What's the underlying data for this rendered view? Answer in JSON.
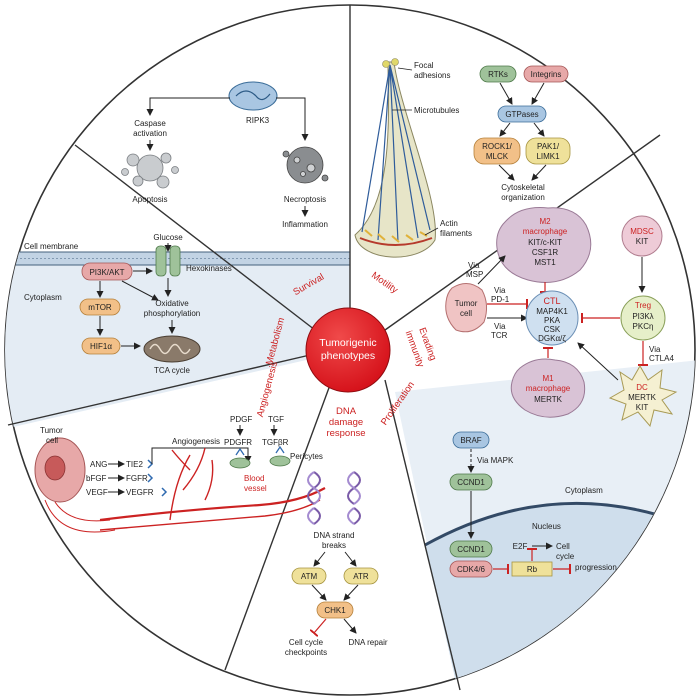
{
  "center": {
    "label_line1": "Tumorigenic",
    "label_line2": "phenotypes"
  },
  "sections": {
    "survival": "Survival",
    "motility": "Motility",
    "metabolism": "Metabolism",
    "evading_immunity_line1": "Evading",
    "evading_immunity_line2": "immunity",
    "angiogenesis": "Angiogenesis",
    "dna_line1": "DNA",
    "dna_line2": "damage",
    "dna_line3": "response",
    "proliferation": "Proliferation"
  },
  "survival": {
    "ripk3": "RIPK3",
    "caspase_line1": "Caspase",
    "caspase_line2": "activation",
    "apoptosis": "Apoptosis",
    "necroptosis": "Necroptosis",
    "inflammation": "Inflammation"
  },
  "motility": {
    "focal_line1": "Focal",
    "focal_line2": "adhesions",
    "microtubules": "Microtubules",
    "actin_line1": "Actin",
    "actin_line2": "filaments",
    "rtks": "RTKs",
    "integrins": "Integrins",
    "gtpases": "GTPases",
    "rock_line1": "ROCK1/",
    "rock_line2": "MLCK",
    "pak_line1": "PAK1/",
    "pak_line2": "LIMK1",
    "cyto_line1": "Cytoskeletal",
    "cyto_line2": "organization"
  },
  "metabolism": {
    "cell_membrane": "Cell membrane",
    "cytoplasm": "Cytoplasm",
    "glucose": "Glucose",
    "hexokinases": "Hexokinases",
    "pi3k": "PI3K/AKT",
    "mtor": "mTOR",
    "hif": "HIF1α",
    "ox_line1": "Oxidative",
    "ox_line2": "phosphorylation",
    "tca": "TCA cycle"
  },
  "immunity": {
    "m2_line1": "M2",
    "m2_line2": "macrophage",
    "m2_g1": "KIT/c-KIT",
    "m2_g2": "CSF1R",
    "m2_g3": "MST1",
    "mdsc": "MDSC",
    "mdsc_g": "KIT",
    "tumor_line1": "Tumor",
    "tumor_line2": "cell",
    "via_msp_line1": "Via",
    "via_msp_line2": "MSP",
    "via_pd1_line1": "Via",
    "via_pd1_line2": "PD-1",
    "via_tcr_line1": "Via",
    "via_tcr_line2": "TCR",
    "ctl": "CTL",
    "ctl_g1": "MAP4K1",
    "ctl_g2": "PKA",
    "ctl_g3": "CSK",
    "ctl_g4": "DGKα/ζ",
    "treg": "Treg",
    "treg_g1": "PI3Kλ",
    "treg_g2": "PKCη",
    "via_ctla4_line1": "Via",
    "via_ctla4_line2": "CTLA4",
    "m1_line1": "M1",
    "m1_line2": "macrophage",
    "m1_g": "MERTK",
    "dc": "DC",
    "dc_g1": "MERTK",
    "dc_g2": "KIT"
  },
  "angiogenesis": {
    "tumor_line1": "Tumor",
    "tumor_line2": "cell",
    "ang": "ANG",
    "bfgf": "bFGF",
    "vegf": "VEGF",
    "tie2": "TIE2",
    "fgfr": "FGFR",
    "vegfr": "VEGFR",
    "angio": "Angiogenesis",
    "pdgf": "PDGF",
    "tgf": "TGF",
    "pdgfr": "PDGFR",
    "tgfbr": "TGFβR",
    "pericytes": "Pericytes",
    "blood_line1": "Blood",
    "blood_line2": "vessel"
  },
  "dna": {
    "breaks_line1": "DNA strand",
    "breaks_line2": "breaks",
    "atm": "ATM",
    "atr": "ATR",
    "chk1": "CHK1",
    "checkpoints_line1": "Cell cycle",
    "checkpoints_line2": "checkpoints",
    "repair": "DNA repair"
  },
  "proliferation": {
    "braf": "BRAF",
    "via_mapk": "Via MAPK",
    "ccnd1_top": "CCND1",
    "cytoplasm": "Cytoplasm",
    "nucleus": "Nucleus",
    "ccnd1": "CCND1",
    "e2f": "E2F",
    "cdk": "CDK4/6",
    "rb": "Rb",
    "prog_line1": "Cell",
    "prog_line2": "cycle",
    "prog_line3": "progression"
  },
  "colors": {
    "accent_red": "#cc2222",
    "center_red": "#e0141e",
    "membrane_blue": "#dbe6f0",
    "node_orange": "#f2c088",
    "node_blue": "#a9c6e2",
    "node_pink": "#e7a8a8",
    "node_green": "#9fc29a",
    "node_yellow": "#efe19a"
  }
}
